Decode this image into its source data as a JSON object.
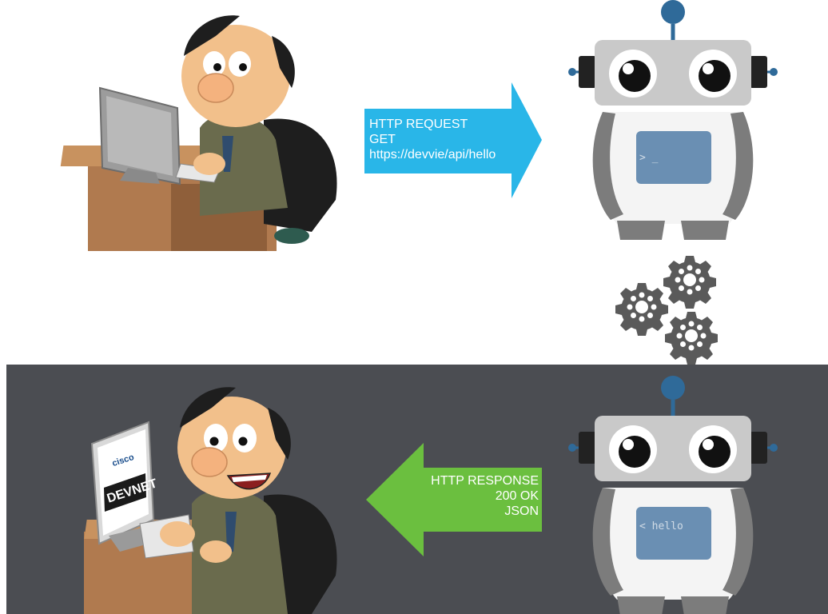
{
  "request": {
    "lines": [
      "HTTP REQUEST",
      "GET",
      "https://devvie/api/hello"
    ],
    "arrow_color": "#29b6e8"
  },
  "response": {
    "lines": [
      "HTTP RESPONSE",
      "200 OK",
      "JSON"
    ],
    "arrow_color": "#6bbf3f"
  },
  "robot_top": {
    "terminal_text": "> _"
  },
  "robot_bottom": {
    "terminal_text": "< hello"
  },
  "monitor_logo": {
    "brand": "cisco",
    "product": "DEVNET"
  },
  "colors": {
    "bottom_panel": "#4b4d52",
    "robot_blue": "#2f6a99",
    "terminal": "#6a8fb3",
    "gear": "#595959"
  },
  "icons": [
    "person-at-computer",
    "robot",
    "gears",
    "right-arrow",
    "left-arrow"
  ]
}
